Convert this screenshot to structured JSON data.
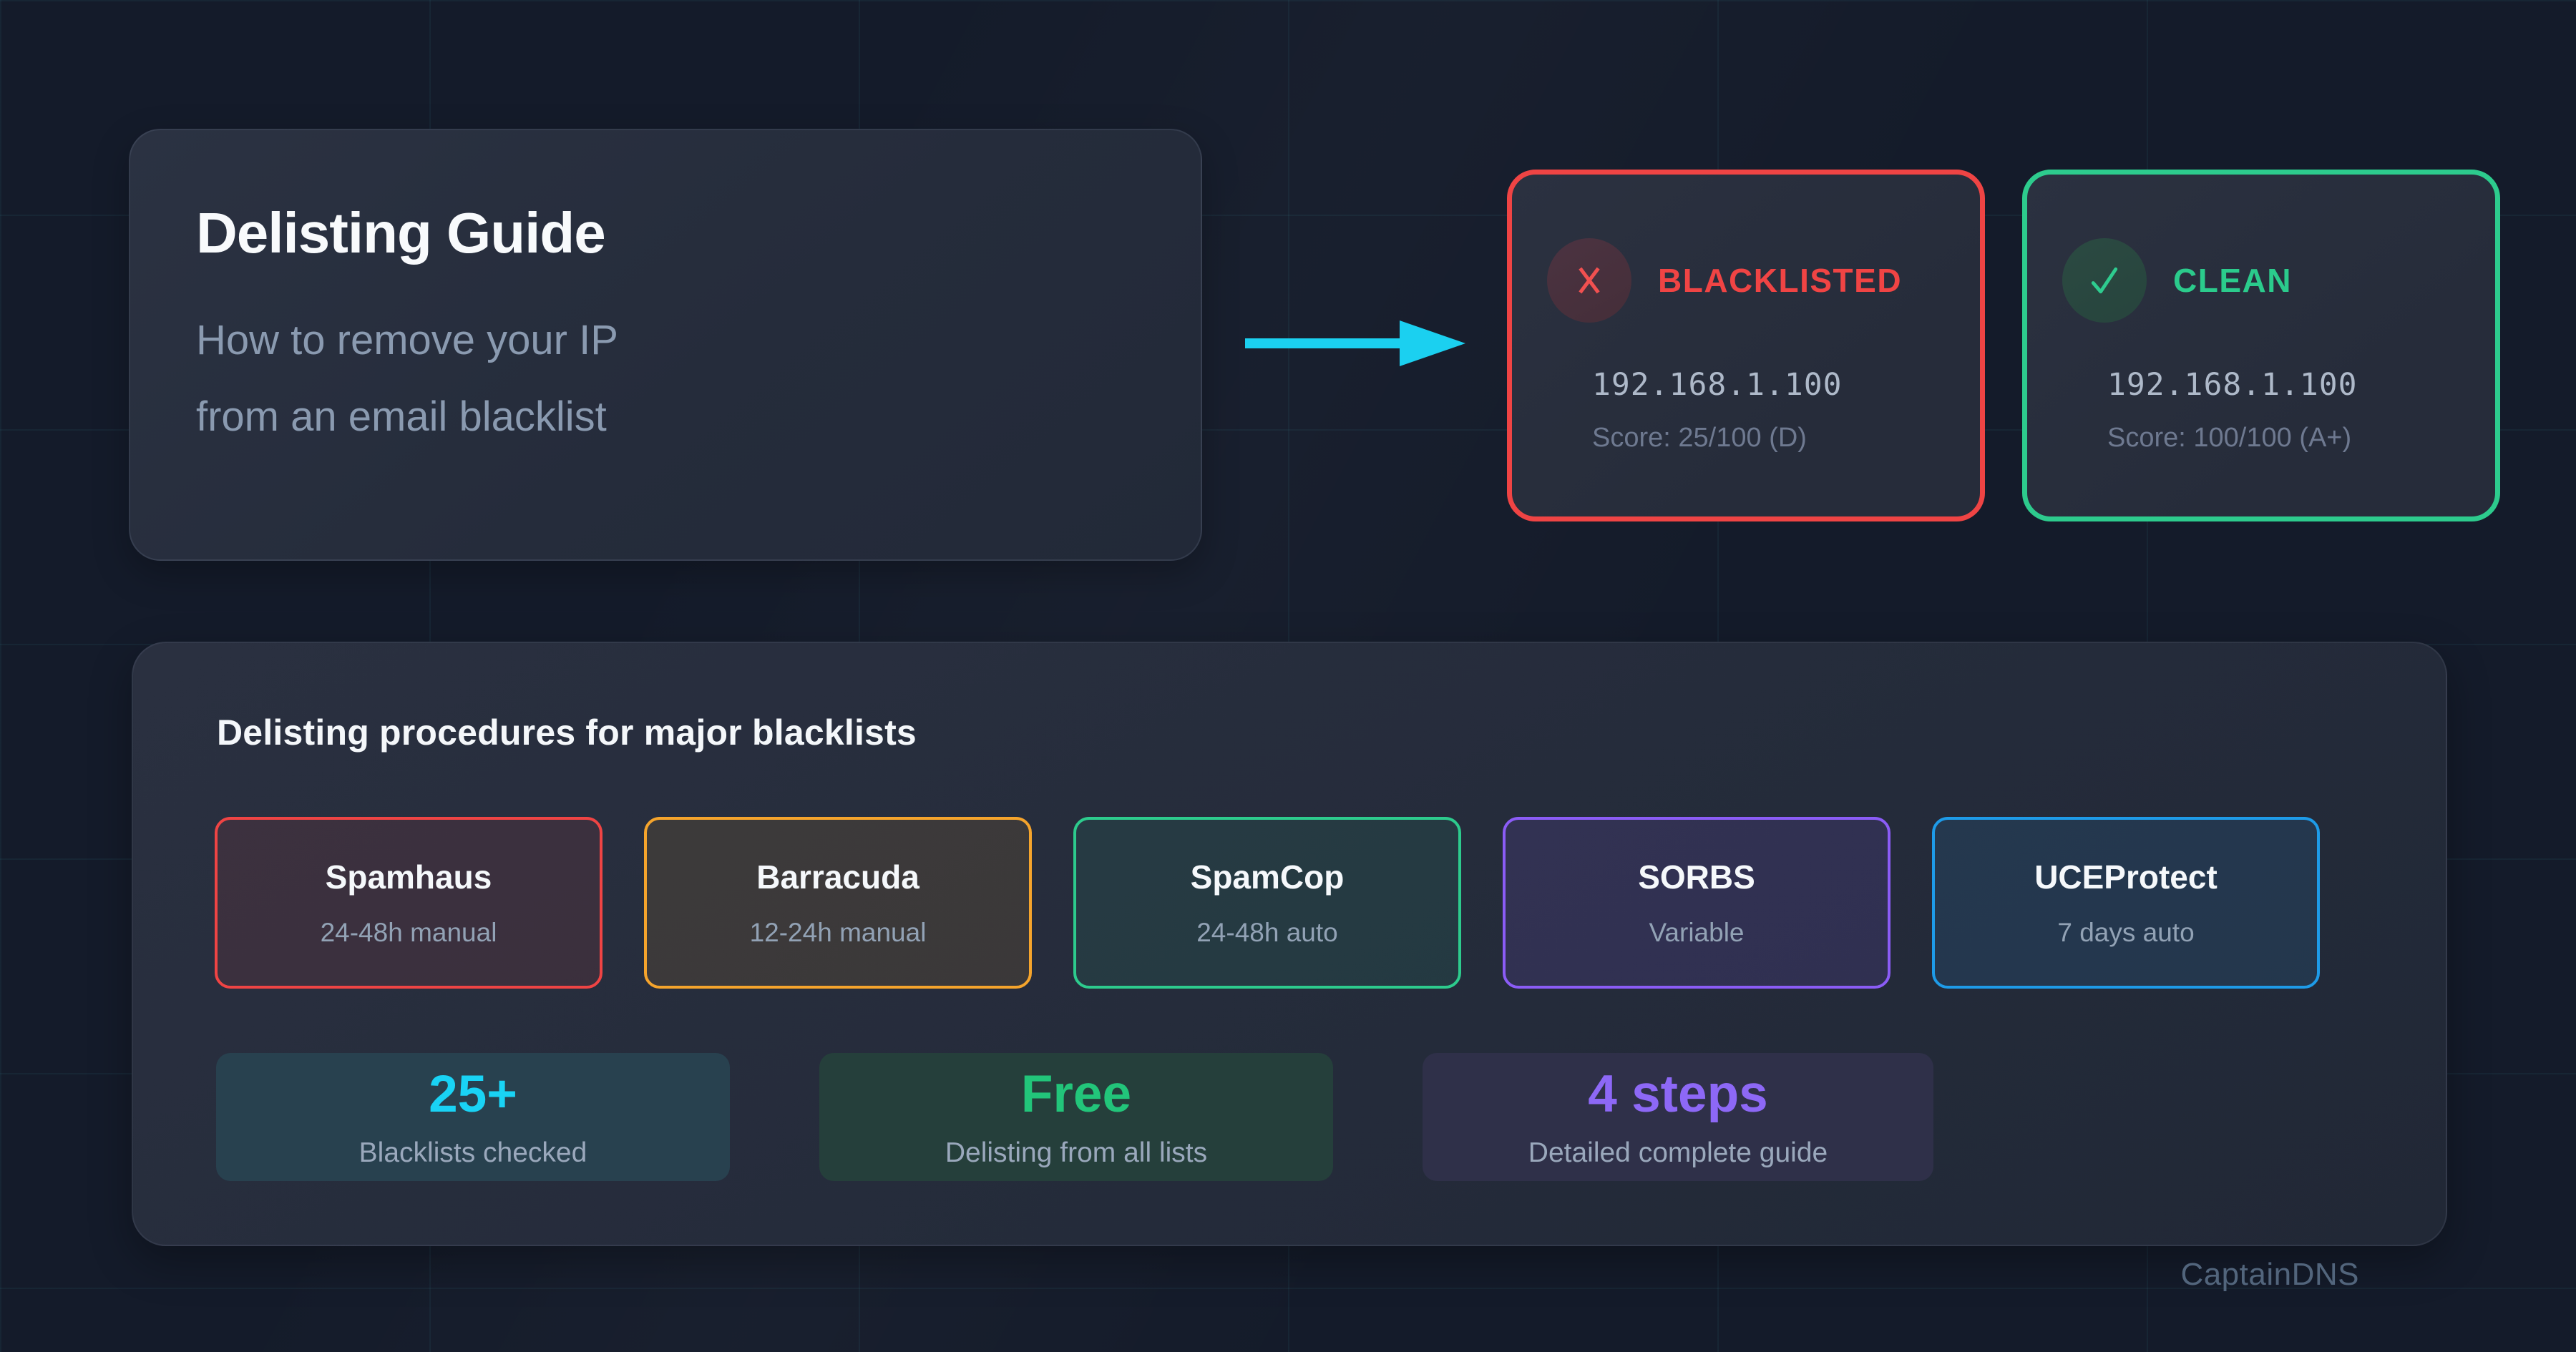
{
  "hero": {
    "title": "Delisting Guide",
    "subtitle_line1": "How to remove your IP",
    "subtitle_line2": "from an email blacklist"
  },
  "status_cards": {
    "blacklisted": {
      "label": "BLACKLISTED",
      "ip": "192.168.1.100",
      "score": "Score: 25/100 (D)",
      "icon": "x-icon",
      "color": "#ef4444"
    },
    "clean": {
      "label": "CLEAN",
      "ip": "192.168.1.100",
      "score": "Score: 100/100 (A+)",
      "icon": "check-icon",
      "color": "#2dcb8d"
    }
  },
  "procedures": {
    "title": "Delisting procedures for major blacklists",
    "blacklists": [
      {
        "name": "Spamhaus",
        "time": "24-48h manual",
        "color": "#ef4444"
      },
      {
        "name": "Barracuda",
        "time": "12-24h manual",
        "color": "#f5a42c"
      },
      {
        "name": "SpamCop",
        "time": "24-48h auto",
        "color": "#2dcb8d"
      },
      {
        "name": "SORBS",
        "time": "Variable",
        "color": "#8b5cf6"
      },
      {
        "name": "UCEProtect",
        "time": "7 days auto",
        "color": "#1e9be8"
      }
    ],
    "stats": [
      {
        "value": "25+",
        "label": "Blacklists checked",
        "color": "#19d3f5"
      },
      {
        "value": "Free",
        "label": "Delisting from all lists",
        "color": "#22c57a"
      },
      {
        "value": "4 steps",
        "label": "Detailed complete guide",
        "color": "#8d68f6"
      }
    ]
  },
  "footer": {
    "brand": "CaptainDNS"
  },
  "colors": {
    "background": "#141b2a",
    "arrow_cyan": "#1bd0f0",
    "red": "#ef4444",
    "green": "#2dcb8d",
    "amber": "#f5a42c",
    "purple": "#8b5cf6",
    "blue": "#1e9be8"
  }
}
